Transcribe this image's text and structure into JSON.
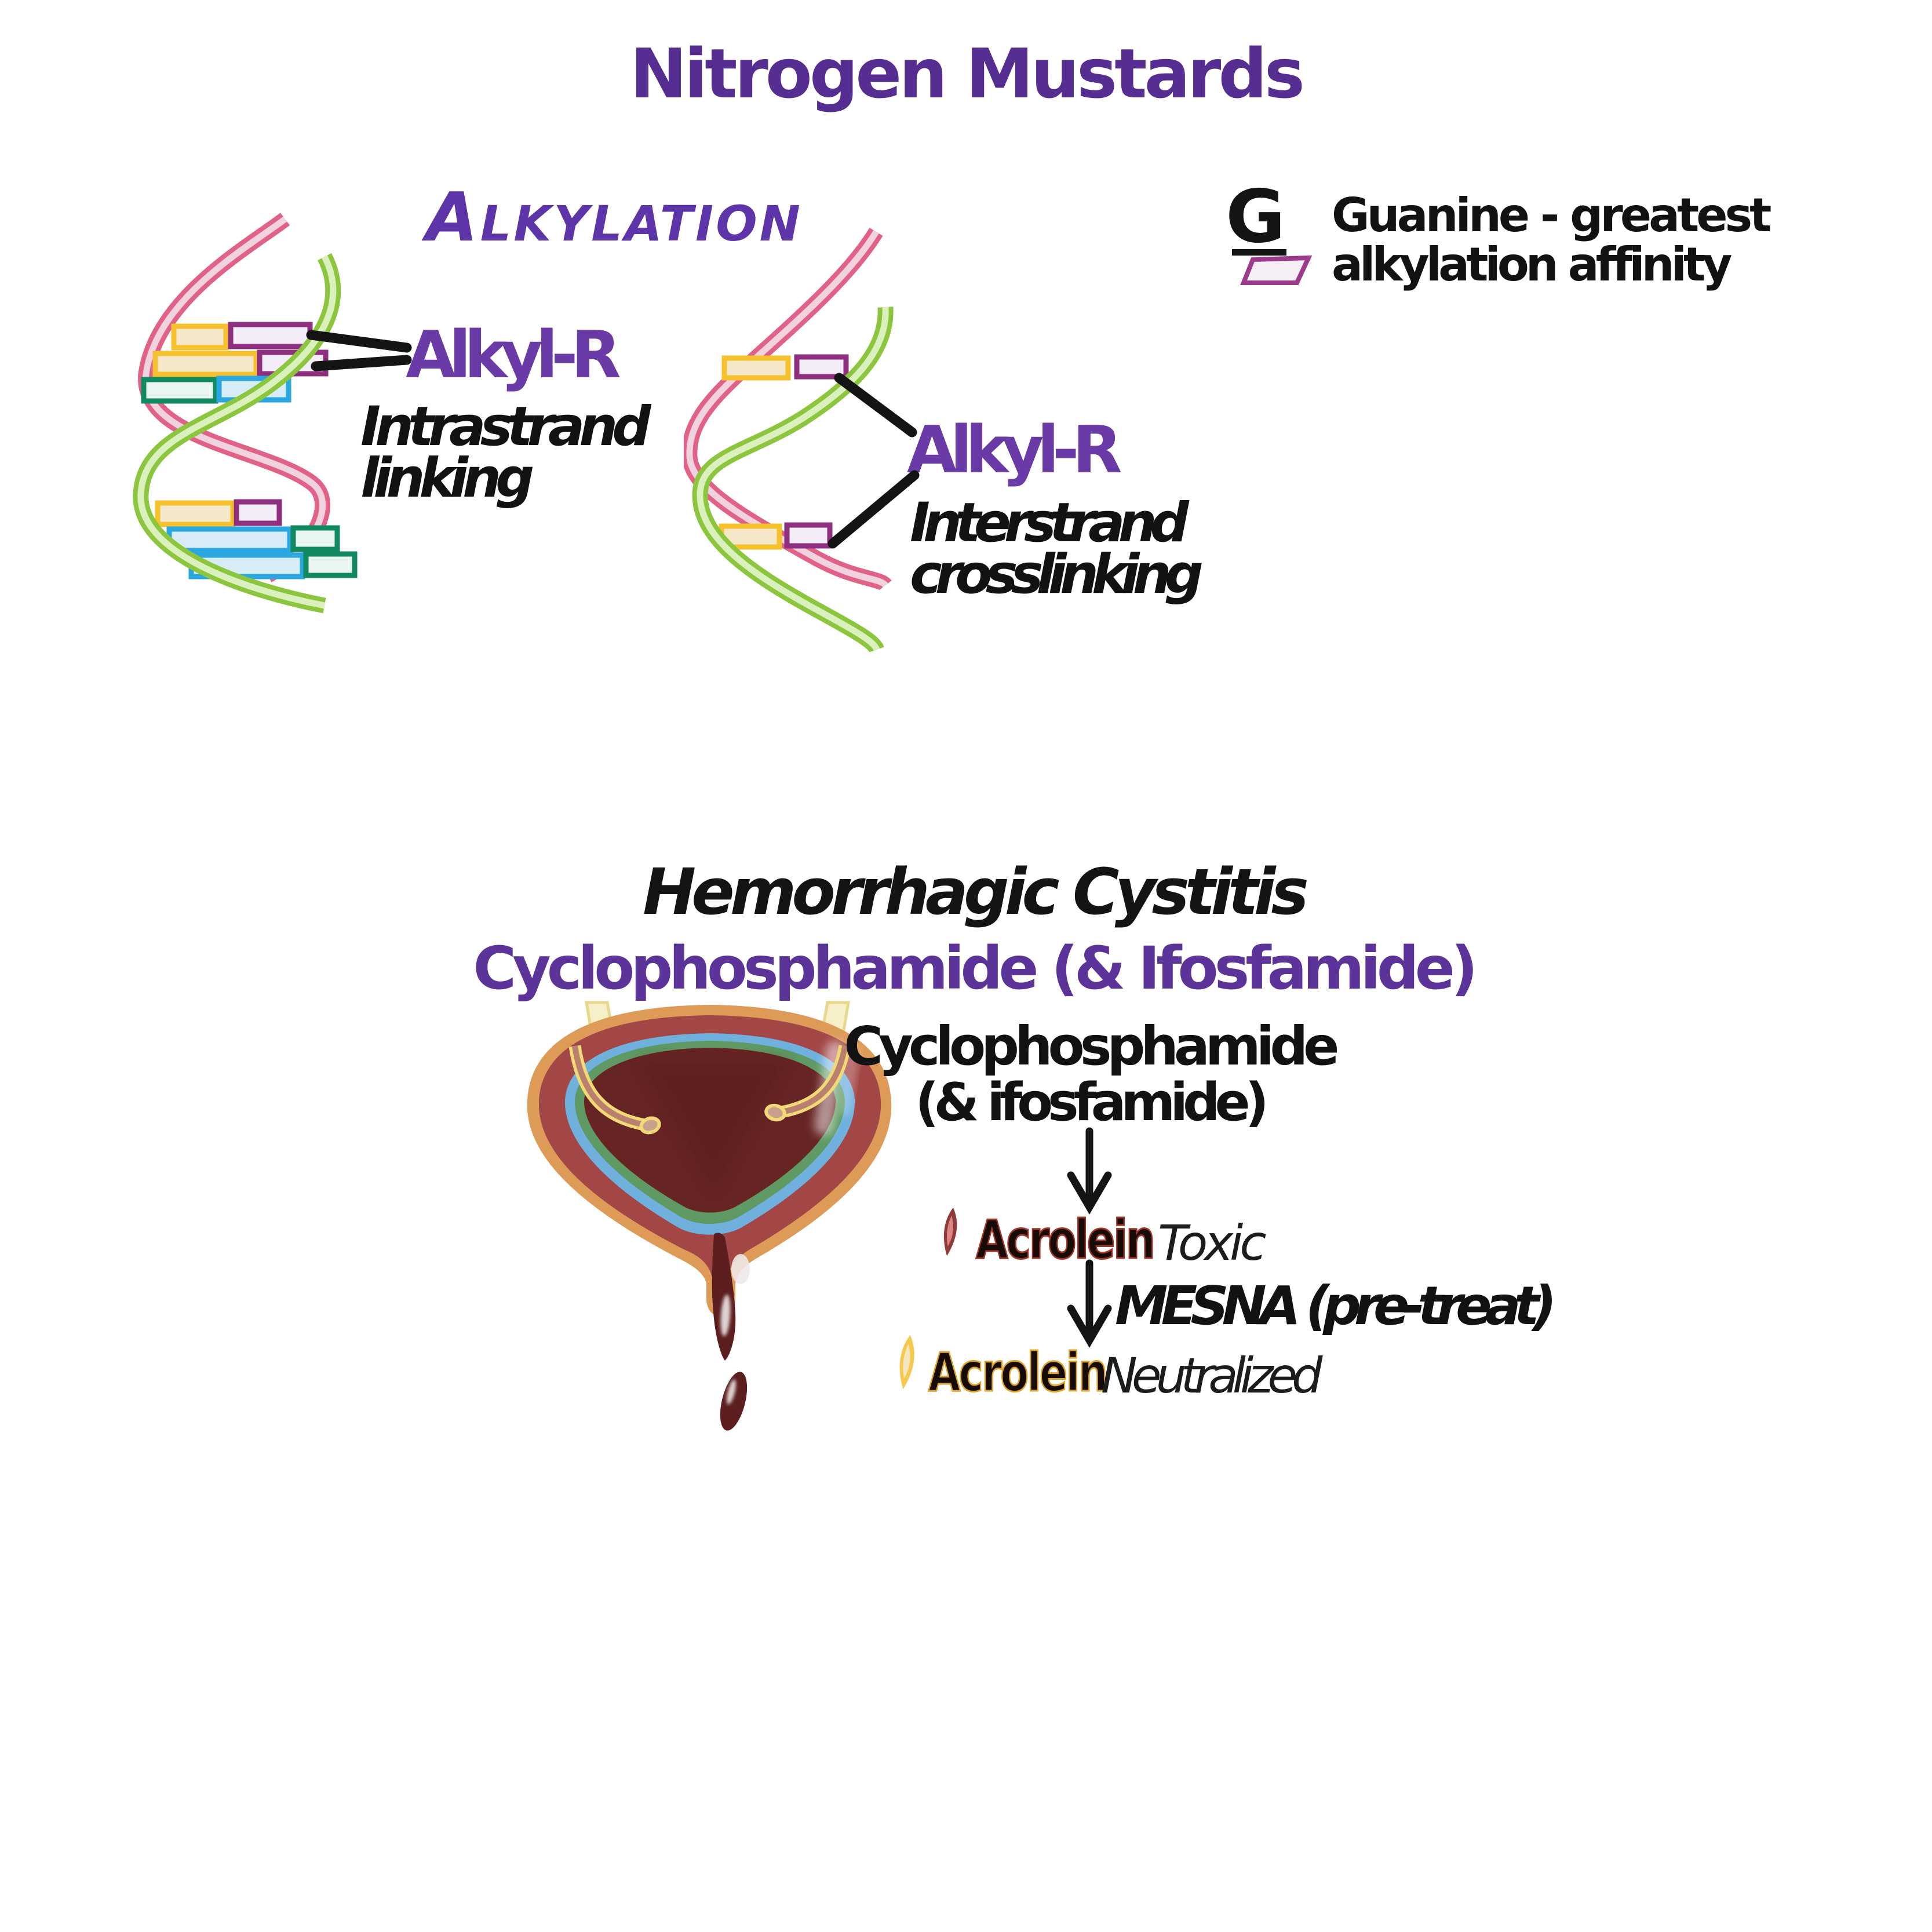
{
  "title": "Nitrogen Mustards",
  "alkylation": {
    "heading_initial": "A",
    "heading_rest": "LKYLATION",
    "intrastrand": {
      "label": "Alkyl-R",
      "caption_line1": "Intrastrand",
      "caption_line2": "linking"
    },
    "interstrand": {
      "label": "Alkyl-R",
      "caption_line1": "Interstrand",
      "caption_line2": "crosslinking"
    },
    "legend": {
      "symbol": "G",
      "description_line1": "Guanine - greatest",
      "description_line2": "alkylation affinity"
    }
  },
  "hemorrhagic_cystitis": {
    "title": "Hemorrhagic Cystitis",
    "subtitle": "Cyclophosphamide (& Ifosfamide)",
    "flow": {
      "source_line1": "Cyclophosphamide",
      "source_line2": "(& ifosfamide)",
      "metabolite": "Acrolein",
      "toxic_state": "Toxic",
      "treatment": "MESNA (pre-treat)",
      "neutralized_state": "Neutralized"
    }
  },
  "colors": {
    "title_purple": "#562e91",
    "heading_purple": "#5e35a8",
    "label_purple": "#6a3aa6",
    "subtitle_purple": "#5c3499",
    "ink": "#141414",
    "pink_strand": "#e06287",
    "green_strand": "#8cc63f",
    "yellow_base": "#f5c12e",
    "purple_base": "#8e2f80",
    "blue_base": "#2aa7e0",
    "teal_base": "#128a60",
    "bladder_serosa_orange": "#dd9b57",
    "bladder_wall_maroon": "#a34646",
    "bladder_submucosa_blue": "#6fb0dd",
    "bladder_mucosa_green": "#5f9963",
    "blood_interior": "#672424",
    "blood_dark": "#5c1e1e",
    "ureter_cream": "#f7efc8",
    "catheter_yellow": "#f2d978",
    "toxic_outline_red": "#a23527",
    "neutralized_outline_yellow": "#dfa42c",
    "leaf_red": "#8e3b3a",
    "leaf_yellow": "#f6c94e"
  }
}
